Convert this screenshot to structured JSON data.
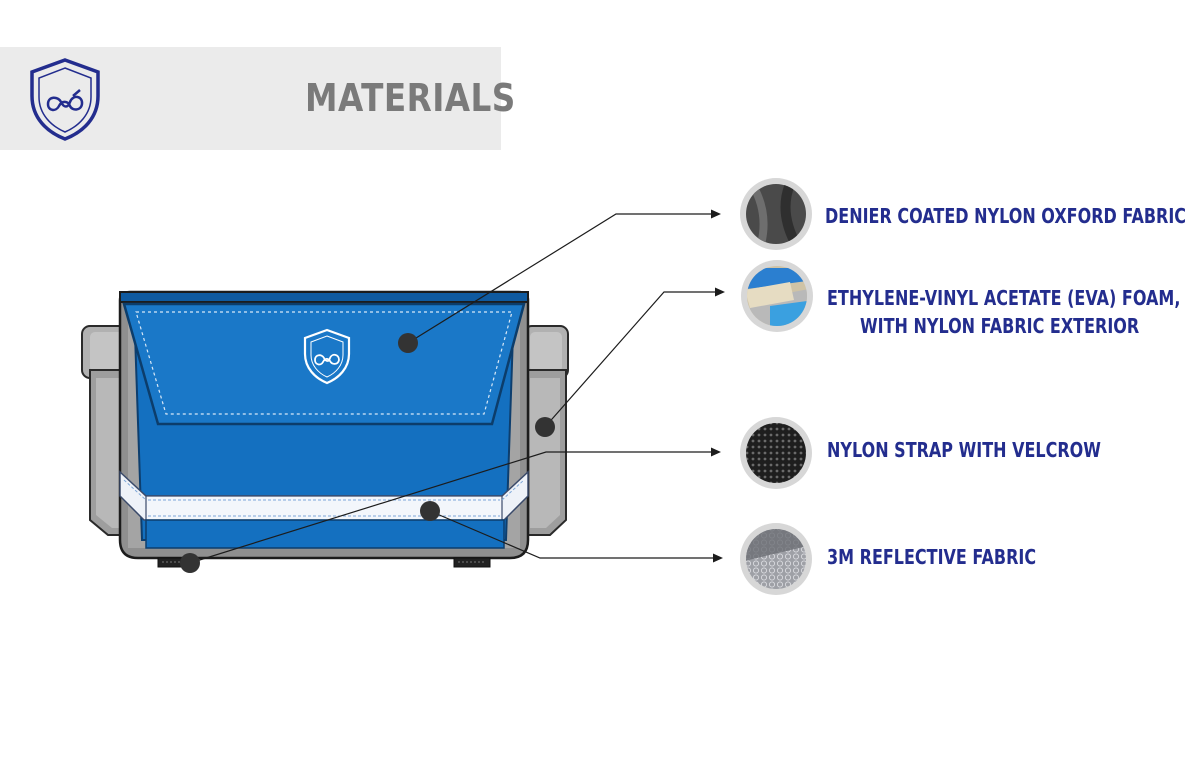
{
  "header": {
    "title": "MATERIALS",
    "brand_color": "#232d8e",
    "logo": "shield-emblem-icon"
  },
  "product": {
    "body_color": "#1470c0",
    "frame_color": "#a8a8a8",
    "reflective_strip_color": "#eef2f8"
  },
  "materials": [
    {
      "label": "DENIER COATED NYLON OXFORD FABRIC",
      "swatch": "oxford-fabric-swatch-icon"
    },
    {
      "label_line1": "ETHYLENE-VINYL ACETATE (EVA) FOAM,",
      "label_line2": "WITH NYLON FABRIC EXTERIOR",
      "swatch": "eva-foam-swatch-icon"
    },
    {
      "label": "NYLON STRAP WITH VELCROW",
      "swatch": "nylon-strap-swatch-icon"
    },
    {
      "label": "3M REFLECTIVE FABRIC",
      "swatch": "reflective-fabric-swatch-icon"
    }
  ]
}
